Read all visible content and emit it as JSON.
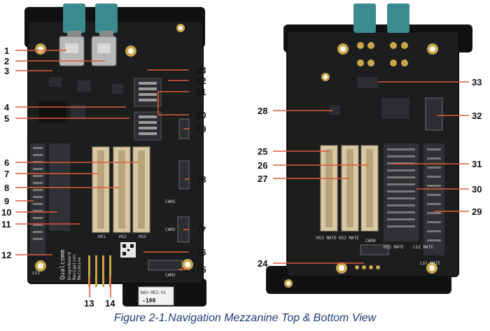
{
  "figure": {
    "caption": "Figure 2-1.Navigation Mezzanine Top & Bottom View"
  },
  "callouts": {
    "left": [
      "1",
      "2",
      "3",
      "4",
      "5",
      "6",
      "7",
      "8",
      "9",
      "10",
      "11",
      "12",
      "13",
      "14",
      "15",
      "16",
      "17",
      "18",
      "19",
      "20",
      "21",
      "22",
      "23"
    ],
    "right": [
      "24",
      "25",
      "26",
      "27",
      "28",
      "29",
      "30",
      "31",
      "32",
      "33"
    ]
  },
  "silkscreen": {
    "top_brand": "Qualcomm",
    "top_product_line1": "Dragonboard",
    "top_product_line2": "Navigation",
    "top_product_line3": "Mezzanine",
    "top_hs1": "HS1",
    "top_hs2": "HS2",
    "top_hs3": "HS3",
    "top_cam1": "CAM1",
    "top_cam2": "CAM2",
    "top_cam3": "CAM3",
    "top_ls1": "LS1",
    "sticker_line1": "NAV-MEZ-V1",
    "sticker_line2": "-100",
    "bot_hs1": "HS1 MATE",
    "bot_hs2": "HS2 MATE",
    "bot_hs3": "HS3 MATE",
    "bot_ls1": "LS1 MATE",
    "bot_ls2": "LS2 MATE",
    "bot_cam": "CAM4"
  },
  "colors": {
    "pcb": "#1b1d1f",
    "pcb_edge": "#0e0f10",
    "fakra": "#3b8a8f",
    "connector_beige": "#d8c8a4",
    "pad_gold": "#c9a64a",
    "callout_line": "#e05a3a",
    "bracket": "#101112"
  }
}
